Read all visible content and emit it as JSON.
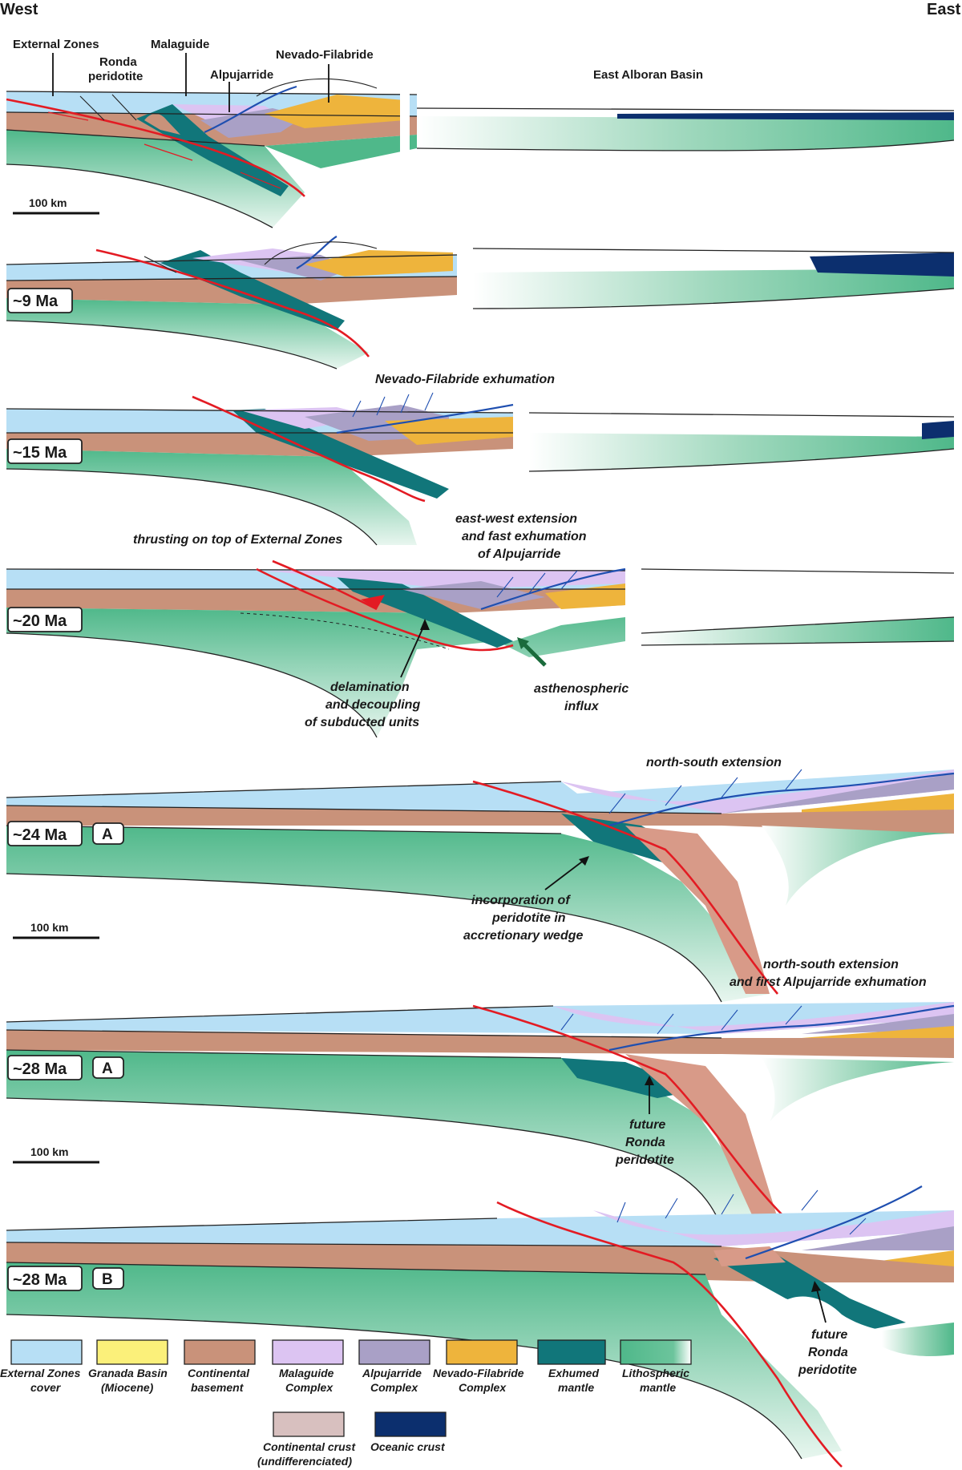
{
  "header": {
    "west": "West",
    "east": "East"
  },
  "colors": {
    "external_cover": "#b7dff5",
    "granada": "#fbf07a",
    "basement": "#c9927a",
    "malaguide": "#dcc4f2",
    "alpujarride": "#a9a0c6",
    "nevado": "#eeb43c",
    "exhumed": "#11767a",
    "mantle": "#4fb88a",
    "crust_undiff": "#d8c0bf",
    "oceanic": "#0c2f6e",
    "fault_red": "#e31b23",
    "fault_blue": "#1f4fb0"
  },
  "panel1": {
    "labels": {
      "external_zones": "External Zones",
      "ronda_1": "Ronda",
      "ronda_2": "peridotite",
      "malaguide": "Malaguide",
      "alpujarride": "Alpujarride",
      "nevado": "Nevado-Filabride",
      "basin": "East Alboran Basin"
    },
    "scale": "100 km"
  },
  "panel2": {
    "age": "~9 Ma"
  },
  "panel3": {
    "age": "~15 Ma",
    "note": "Nevado-Filabride exhumation"
  },
  "panel4": {
    "age": "~20 Ma",
    "note_left": "thrusting on top of External Zones",
    "note_right_1": "east-west extension",
    "note_right_2": "and fast exhumation",
    "note_right_3": "of Alpujarride",
    "note_bottom_1": "delamination",
    "note_bottom_2": "and decoupling",
    "note_bottom_3": "of subducted units",
    "note_asth_1": "asthenospheric",
    "note_asth_2": "influx"
  },
  "panel5": {
    "age": "~24 Ma",
    "tag": "A",
    "note_top": "north-south extension",
    "note_1": "incorporation of",
    "note_2": "peridotite in",
    "note_3": "accretionary wedge",
    "scale": "100 km"
  },
  "panel6": {
    "age": "~28 Ma",
    "tag": "A",
    "note_top_1": "north-south extension",
    "note_top_2": "and first Alpujarride exhumation",
    "note_1": "future",
    "note_2": "Ronda",
    "note_3": "peridotite",
    "scale": "100 km"
  },
  "panel7": {
    "age": "~28 Ma",
    "tag": "B",
    "note_1": "future",
    "note_2": "Ronda",
    "note_3": "peridotite"
  },
  "legend": {
    "items": [
      {
        "l1": "External Zones",
        "l2": "cover"
      },
      {
        "l1": "Granada Basin",
        "l2": "(Miocene)"
      },
      {
        "l1": "Continental",
        "l2": "basement"
      },
      {
        "l1": "Malaguide",
        "l2": "Complex"
      },
      {
        "l1": "Alpujarride",
        "l2": "Complex"
      },
      {
        "l1": "Nevado-Filabride",
        "l2": "Complex"
      },
      {
        "l1": "Exhumed",
        "l2": "mantle"
      },
      {
        "l1": "Lithospheric",
        "l2": "mantle"
      }
    ],
    "row2": [
      {
        "l1": "Continental crust",
        "l2": "(undifferenciated)"
      },
      {
        "l1": "Oceanic crust",
        "l2": ""
      }
    ]
  }
}
